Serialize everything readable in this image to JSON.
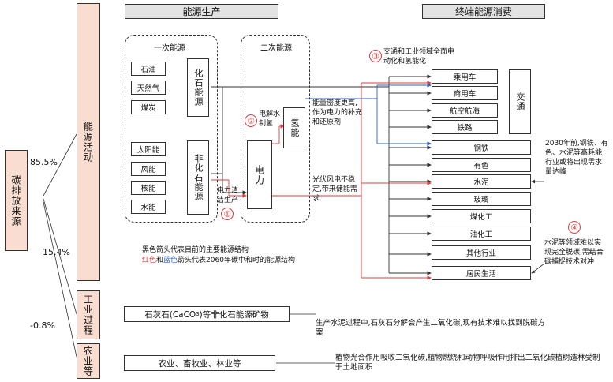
{
  "left_source": {
    "label": "碳排放来源"
  },
  "activities": [
    {
      "label": "能源活动"
    },
    {
      "label": "工业过程"
    },
    {
      "label": "农业等"
    }
  ],
  "percentages": [
    "85.5%",
    "15.4%",
    "-0.8%"
  ],
  "headers": {
    "production": "能源生产",
    "consumption": "终端能源消费"
  },
  "primary": {
    "title": "一次能源",
    "fossil": [
      "石油",
      "天然气",
      "煤炭"
    ],
    "fossil_group": "化石能源",
    "nonfossil": [
      "太阳能",
      "风能",
      "核能",
      "水能"
    ],
    "nonfossil_group": "非化石能源"
  },
  "secondary": {
    "title": "二次能源",
    "electric": "电力",
    "hydrogen": "氢能"
  },
  "notes": {
    "clean_power": "电力清洁生产",
    "electrolysis": "电解水制氢",
    "hydrogen_supplement": "能量密度更高,作为电力的补充和还原剂",
    "pv_wind": "光伏风电不稳定,带来储能需求",
    "electrify": "交通和工业领域全面电动化和氢能化",
    "peak_2030": "2030年前,钢铁、有色、水泥等高耗能行业或将出现需求量达峰",
    "ccs": "水泥等领域难以实现完全脱碳,需结合碳捕捉技术对冲",
    "cement_process": "生产水泥过程中,石灰石分解会产生二氧化碳,现有技术难以找到脱碳方案",
    "agri": "植物光合作用吸收二氧化碳,植物燃烧和动物呼吸作用排出二氧化碳植树造林受制于土地面积"
  },
  "legend": {
    "black": "黑色箭头代表目前的主要能源结构",
    "red_word": "红色",
    "and": "和",
    "blue_word": "蓝色",
    "rest": "箭头代表2060年碳中和时的能源结构"
  },
  "consumption": [
    "乘用车",
    "商用车",
    "航空航海",
    "铁路",
    "钢铁",
    "有色",
    "水泥",
    "玻璃",
    "煤化工",
    "油化工",
    "其他行业",
    "居民生活"
  ],
  "transport_group": "交通",
  "limestone": {
    "text_before": "石灰石(CaCO",
    "subscript": "3",
    "text_after": ")等非化石能源矿物"
  },
  "agriculture_box": "农业、畜牧业、林业等",
  "markers": [
    "①",
    "②",
    "③",
    "④"
  ],
  "colors": {
    "peach": "#f9ddd0",
    "header_gray": "#e3e3e3",
    "red": "#e23b3b",
    "blue": "#2f5fbf"
  }
}
